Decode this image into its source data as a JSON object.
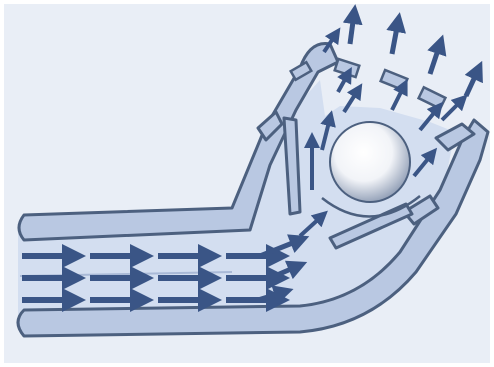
{
  "diagram": {
    "subject": "flow-through-valve-with-ball",
    "colors": {
      "background": "#ffffff",
      "panel": "#e9eef6",
      "wall_fill": "#b9c8e2",
      "wall_stroke": "#4c607f",
      "fluid": "#d3def0",
      "arrow": "#3a5586",
      "ball_light": "#ffffff",
      "ball_shade": "#8e9cb4"
    },
    "icons": [
      "arrow-icon",
      "ball-icon"
    ],
    "inlet_arrow_count": 16,
    "outlet_arrow_count": 6,
    "internal_arrow_count": 8
  }
}
